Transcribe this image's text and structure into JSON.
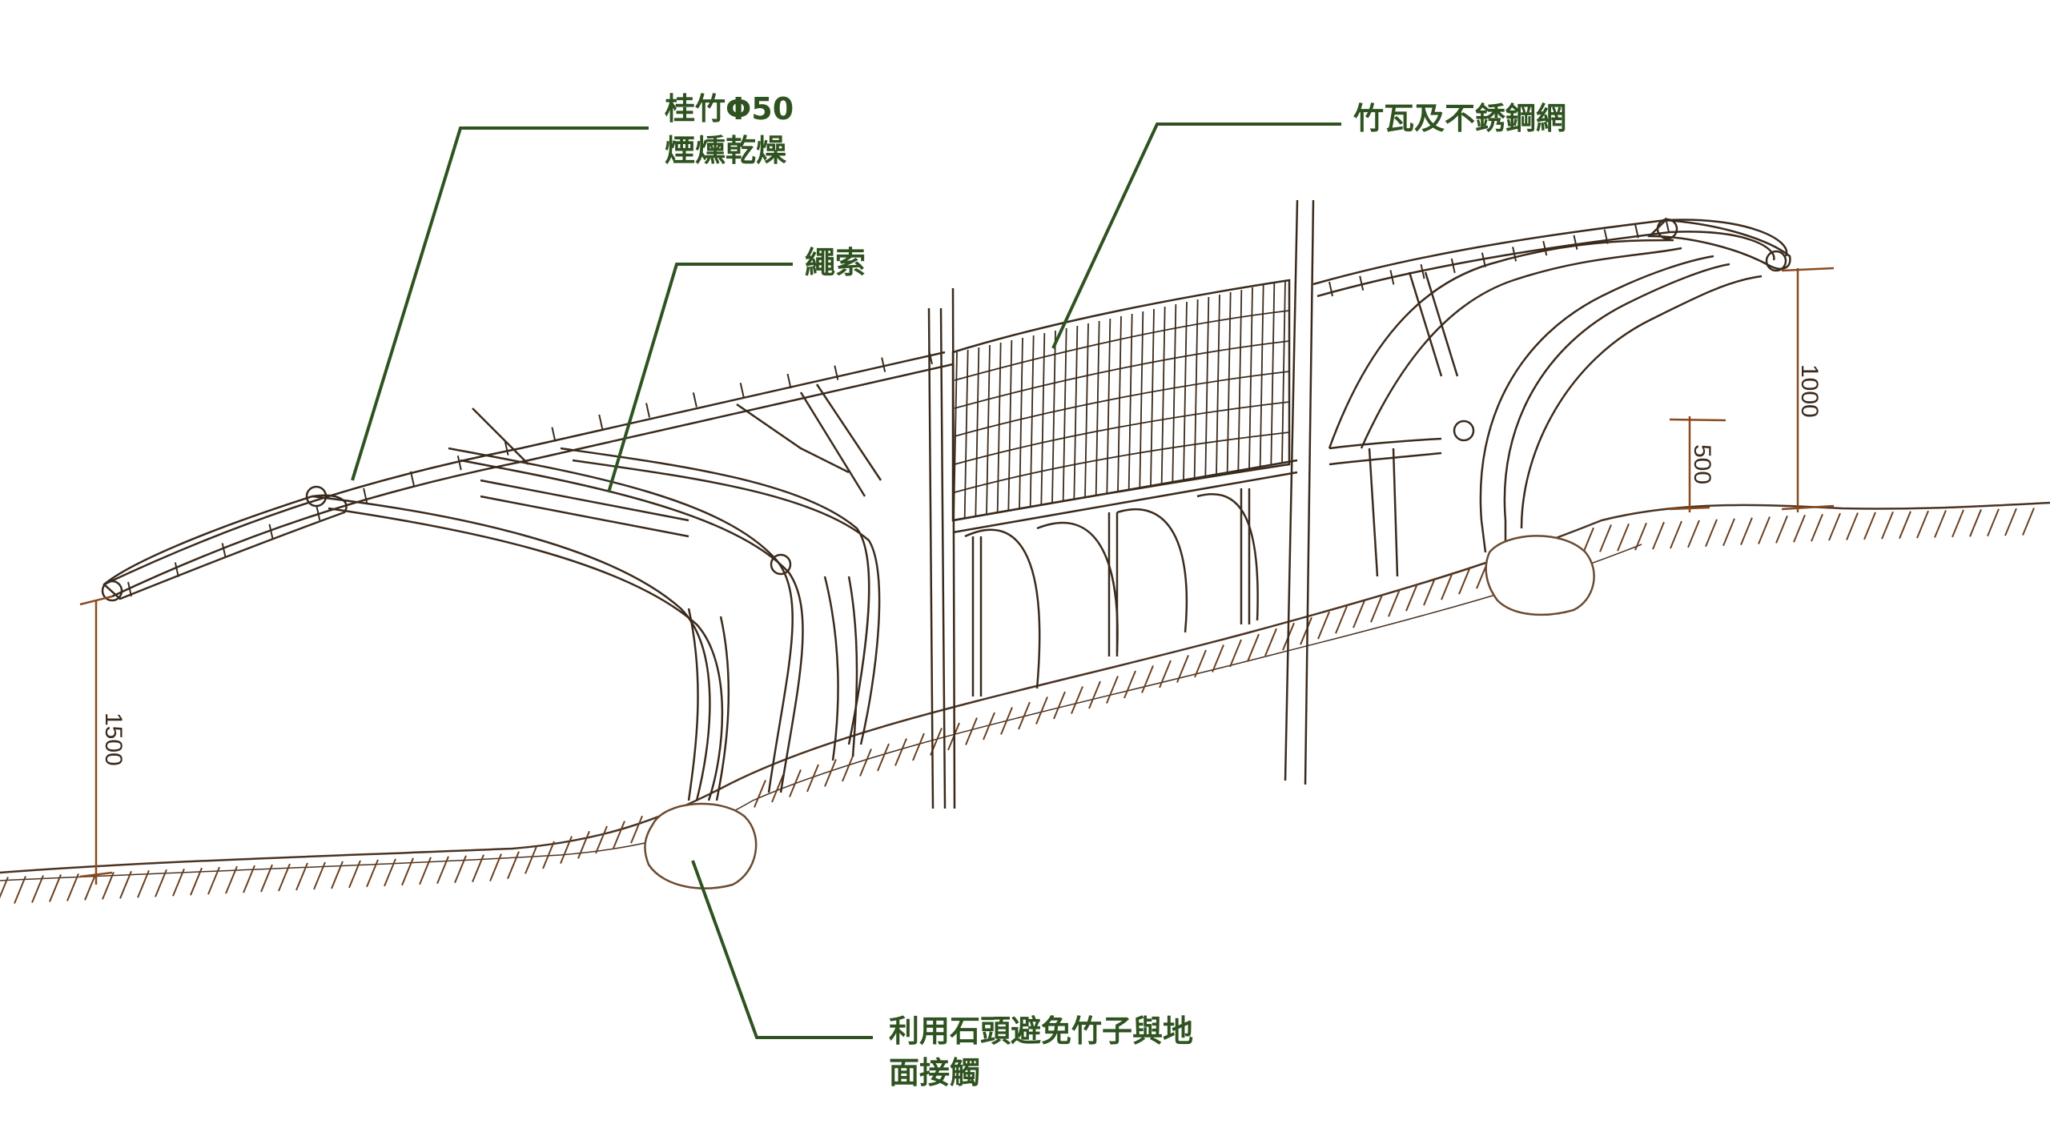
{
  "annotations": {
    "bamboo": {
      "line1": "桂竹Φ50",
      "line2": "煙燻乾燥"
    },
    "rope": "繩索",
    "roof": "竹瓦及不銹鋼網",
    "stone": {
      "line1": "利用石頭避免竹子與地",
      "line2": "面接觸"
    }
  },
  "dimensions": {
    "left_height": "1500",
    "right_height": "1000",
    "right_small_height": "500"
  },
  "colors": {
    "leader": "#2f5320",
    "dimension": "#8a4a1e",
    "ink": "#3a2a1c",
    "ground_hatch": "#6a4020"
  }
}
